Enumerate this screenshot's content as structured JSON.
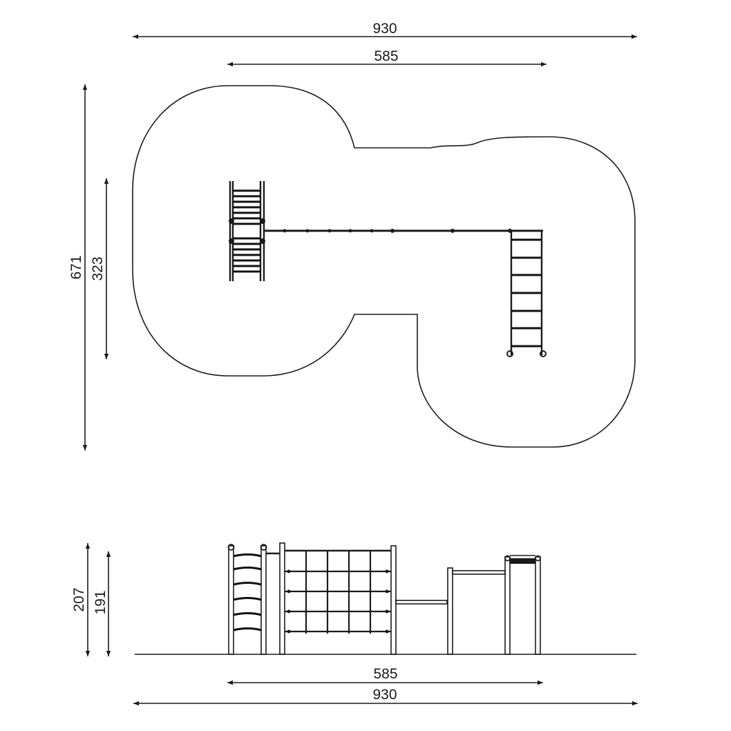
{
  "plan_view": {
    "dim_overall_width": "930",
    "dim_inner_width": "585",
    "dim_overall_depth": "671",
    "dim_inner_depth": "323"
  },
  "elevation_view": {
    "dim_overall_height": "207",
    "dim_inner_height": "191",
    "dim_inner_width": "585",
    "dim_overall_width": "930"
  },
  "colors": {
    "line": "#1a1a1a",
    "background": "#ffffff"
  }
}
